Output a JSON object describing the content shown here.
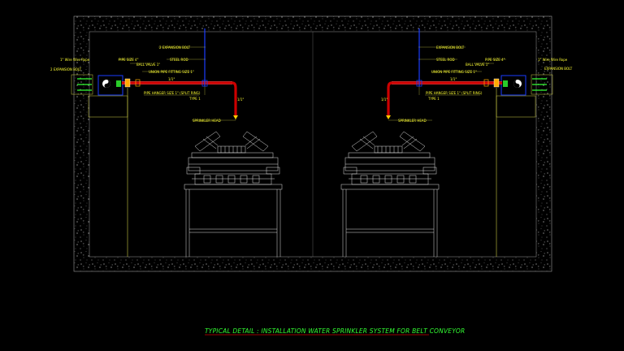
{
  "title": "TYPICAL DETAIL : INSTALLATION WATER SPRINKLER SYSTEM FOR BELT CONVEYOR",
  "colors": {
    "background": "#000000",
    "annotation": "#ffff33",
    "structure": "#ffffff",
    "pipe_main": "#cc0000",
    "pipe_riser": "#1a3cff",
    "title": "#33ff33",
    "title_underline": "#cc0000",
    "frame": "#999999"
  },
  "left_labels": {
    "wire_rope": "1\" Wire Wire Rope",
    "expansion_bolt_outer": "2 EXPANSION BOLT",
    "pipe_size": "PIPE SIZE 4\"",
    "ball_valve": "BALL VALVE 1\"",
    "expansion_bolt_top": "2 EXPANSION BOLT",
    "steel_rod": "STEEL ROD",
    "union_fitting": "UNION PIPE FITTING SIZE 1\"",
    "dim_pipe": "1/1\"",
    "pipe_hanger": "PIPE HANGER SIZE 1\" (SPLIT RING)",
    "type": "TYPE 1",
    "dim_drop": "1/1\"",
    "sprinkler_head": "SPRINKLER HEAD"
  },
  "right_labels": {
    "wire_rope": "1\" Wire Wire Rope",
    "expansion_bolt_outer": "EXPANSION BOLT",
    "pipe_size": "PIPE SIZE 4\"",
    "ball_valve": "BALL VALVE 1\"",
    "expansion_bolt_top": "EXPANSION BOLT",
    "steel_rod": "STEEL ROD",
    "union_fitting": "UNION PIPE FITTING SIZE 1\"",
    "dim_pipe": "1/1\"",
    "pipe_hanger": "PIPE HANGER SIZE 1\" (SPLIT RING)",
    "type": "TYPE 1",
    "dim_drop": "1/1\"",
    "sprinkler_head": "SPRINKLER HEAD"
  }
}
